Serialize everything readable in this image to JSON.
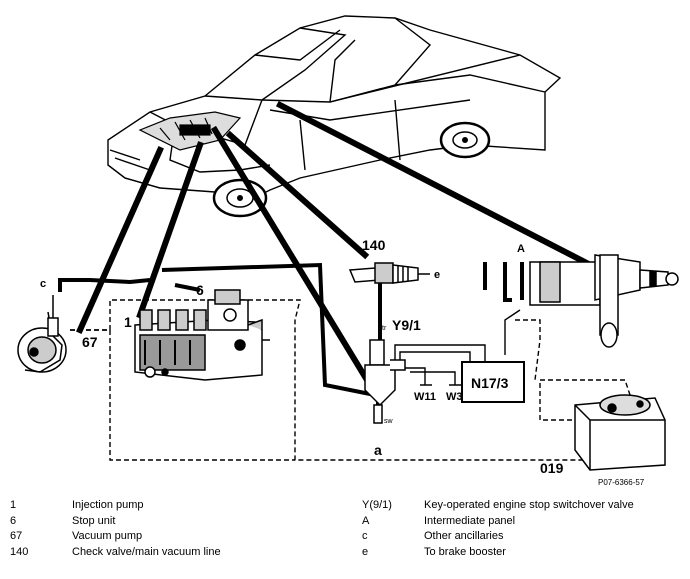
{
  "diagram": {
    "callouts": {
      "c": "c",
      "n67": "67",
      "n1": "1",
      "n6": "6",
      "n140": "140",
      "e": "e",
      "y91": "Y9/1",
      "a_upper": "A",
      "n17_3": "N17/3",
      "w11": "W11",
      "w3": "W3",
      "a_lower": "a",
      "n019": "019",
      "tr": "tr",
      "sw": "sw"
    },
    "reference": "P07-6366-57"
  },
  "legend": {
    "left": [
      {
        "key": "1",
        "label": "Injection pump"
      },
      {
        "key": "6",
        "label": "Stop unit"
      },
      {
        "key": "67",
        "label": "Vacuum pump"
      },
      {
        "key": "140",
        "label": "Check valve/main vacuum line"
      }
    ],
    "right": [
      {
        "key": "Y(9/1)",
        "label": "Key-operated engine stop switchover valve"
      },
      {
        "key": "A",
        "label": "Intermediate panel"
      },
      {
        "key": "c",
        "label": "Other ancillaries"
      },
      {
        "key": "e",
        "label": "To brake booster"
      }
    ]
  }
}
